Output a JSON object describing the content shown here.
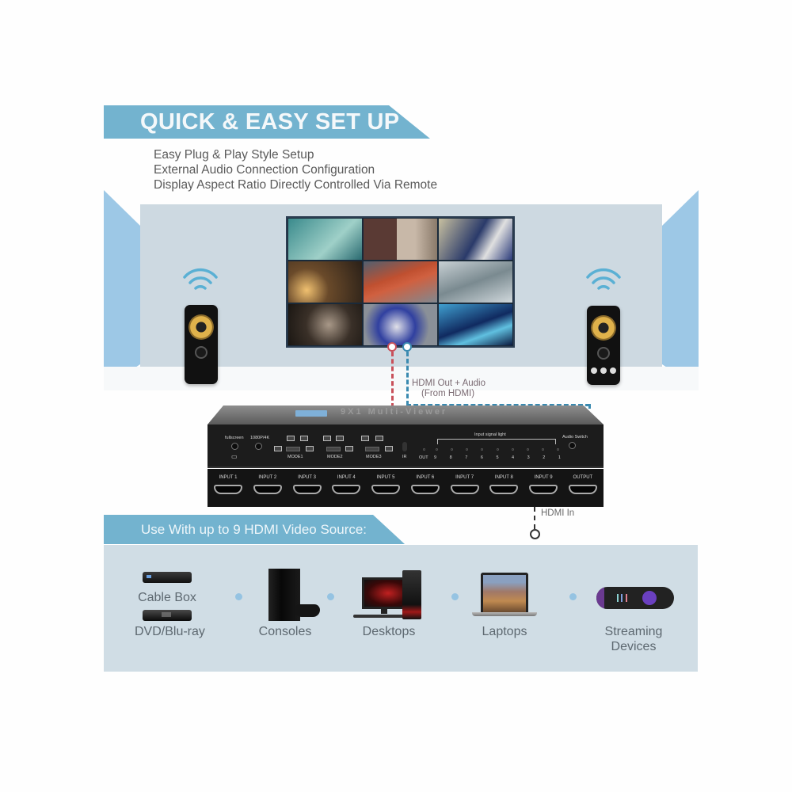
{
  "header": {
    "title": "QUICK & EASY SET UP",
    "features": [
      "Easy Plug & Play Style Setup",
      "External Audio Connection Configuration",
      "Display Aspect Ratio Directly Controlled Via Remote"
    ]
  },
  "colors": {
    "banner": "#73b3cf",
    "wall_side": "#9dc8e6",
    "wall_back": "#cdd9e1",
    "panel": "#d0dde5",
    "cable_red": "#c8505a",
    "cable_blue": "#3a8ab0",
    "device": "#1c1c1c"
  },
  "scene": {
    "tv": {
      "tiles": [
        {
          "name": "surfer",
          "color1": "#3a8a8c",
          "color2": "#9fd0c8"
        },
        {
          "name": "package-delivery",
          "color1": "#7a5a4a",
          "color2": "#c8b8a8"
        },
        {
          "name": "sports-fans",
          "color1": "#2a3a6a",
          "color2": "#c8c0a0"
        },
        {
          "name": "welding-sparks",
          "color1": "#3a2a1a",
          "color2": "#d0a060"
        },
        {
          "name": "engine",
          "color1": "#c05030",
          "color2": "#606878"
        },
        {
          "name": "jet-ski",
          "color1": "#7a8a90",
          "color2": "#c8d0d4"
        },
        {
          "name": "woman-reading",
          "color1": "#2a2420",
          "color2": "#8a7a68"
        },
        {
          "name": "motorcycle-racer",
          "color1": "#3040a0",
          "color2": "#e0e0e8"
        },
        {
          "name": "city-night",
          "color1": "#102a60",
          "color2": "#40a0d0"
        }
      ]
    },
    "cable_label_line1": "HDMI Out + Audio",
    "cable_label_line2": "(From HDMI)",
    "hdmi_in_label": "HDMI In"
  },
  "device": {
    "top_label": "9X1 Multi-Viewer",
    "front": {
      "fullscreen_label": "fullscreen",
      "resolution_label": "1080P/4K",
      "modes": [
        "MODE1",
        "MODE2",
        "MODE3"
      ],
      "ir_label": "IR",
      "out_label": "OUT",
      "signal_light_label": "Input signal light",
      "signal_numbers": [
        "9",
        "8",
        "7",
        "6",
        "5",
        "4",
        "3",
        "2",
        "1"
      ],
      "audio_switch_label": "Audio Switch"
    },
    "ports": [
      "INPUT 1",
      "INPUT 2",
      "INPUT 3",
      "INPUT 4",
      "INPUT 5",
      "INPUT 6",
      "INPUT 7",
      "INPUT 8",
      "INPUT 9",
      "OUTPUT"
    ]
  },
  "sources": {
    "title": "Use With up to 9 HDMI Video Source:",
    "items": [
      {
        "label": "Cable Box",
        "icon": "cable-box-icon"
      },
      {
        "label": "DVD/Blu-ray",
        "icon": "dvd-player-icon"
      },
      {
        "label": "Consoles",
        "icon": "console-icon"
      },
      {
        "label": "Desktops",
        "icon": "desktop-icon"
      },
      {
        "label": "Laptops",
        "icon": "laptop-icon"
      },
      {
        "label": "Streaming",
        "label2": "Devices",
        "icon": "streaming-remote-icon"
      }
    ]
  }
}
